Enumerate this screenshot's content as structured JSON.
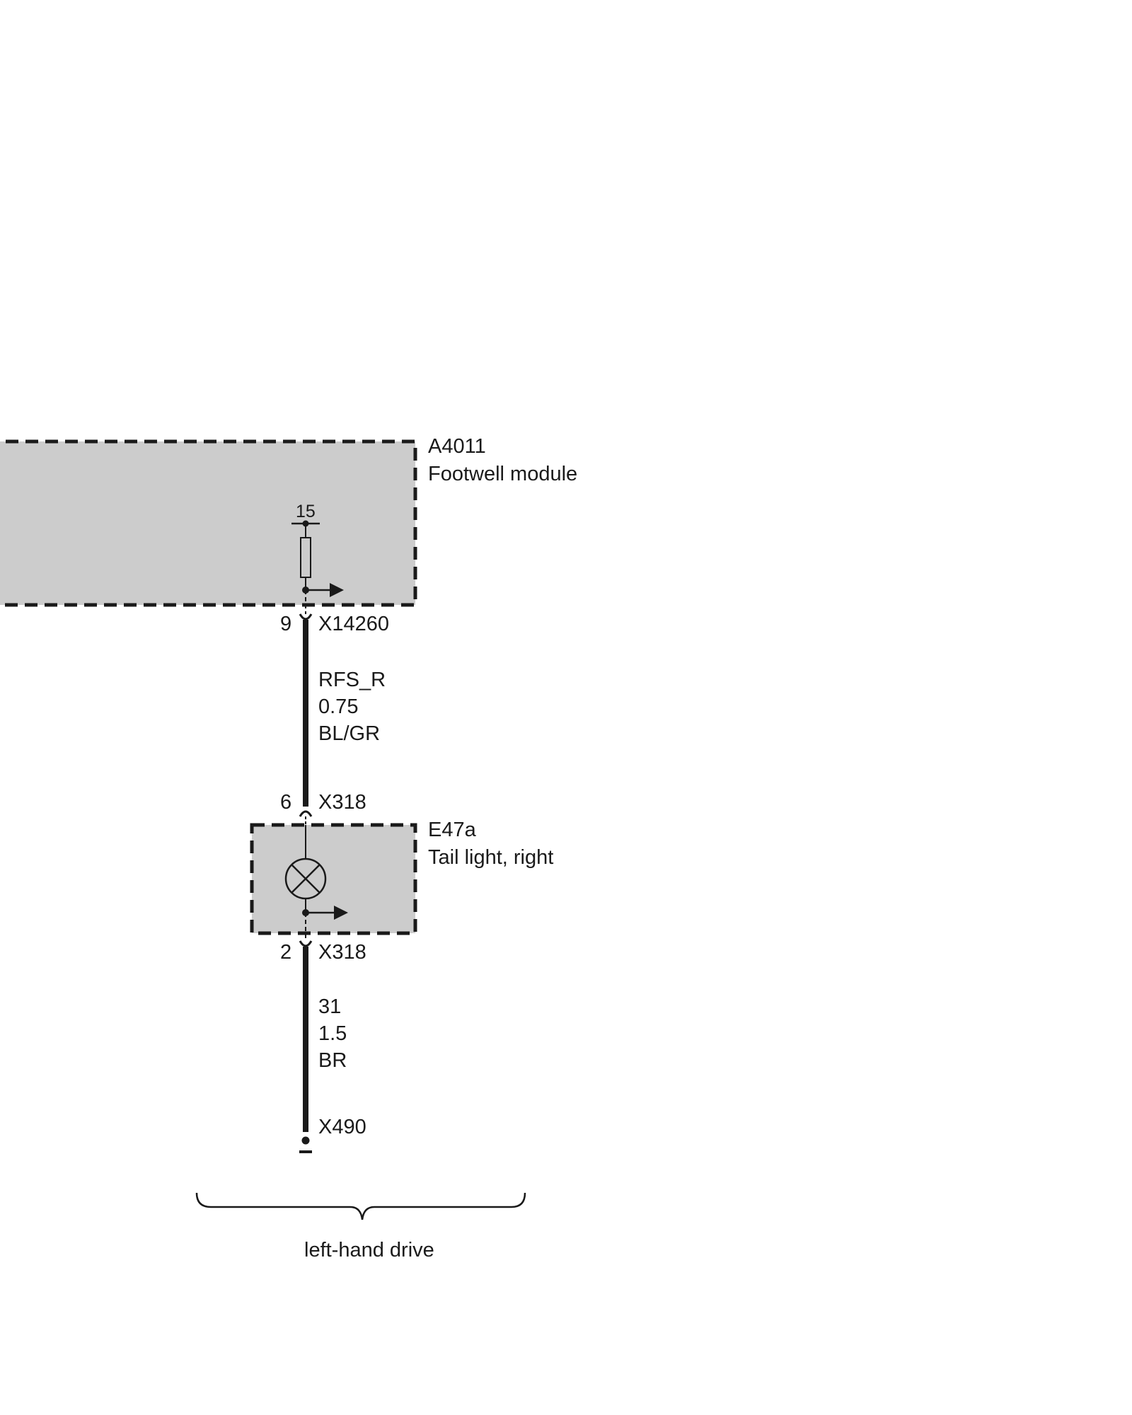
{
  "modules": {
    "footwell": {
      "code": "A4011",
      "name": "Footwell module",
      "pin_label": "15"
    },
    "tail_light": {
      "code": "E47a",
      "name": "Tail light, right"
    }
  },
  "connectors": {
    "top_module": {
      "pin": "9",
      "name": "X14260"
    },
    "lamp_in": {
      "pin": "6",
      "name": "X318"
    },
    "lamp_out": {
      "pin": "2",
      "name": "X318"
    },
    "ground": {
      "name": "X490"
    }
  },
  "wires": {
    "upper": {
      "signal": "RFS_R",
      "size": "0.75",
      "color_code": "BL/GR"
    },
    "lower": {
      "signal": "31",
      "size": "1.5",
      "color_code": "BR"
    }
  },
  "variant_note": "left-hand drive",
  "colors": {
    "module_fill": "#cccccc",
    "line": "#1a1a1a"
  }
}
